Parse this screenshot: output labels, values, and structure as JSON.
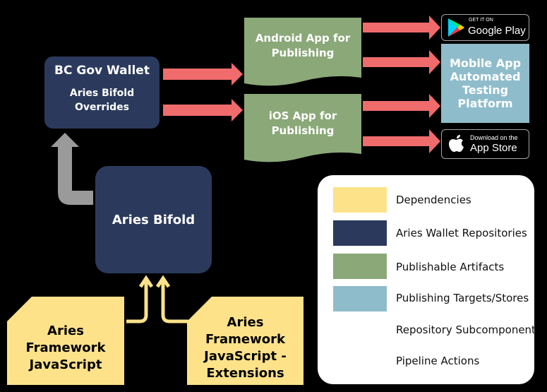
{
  "wallet": {
    "title": "BC Gov Wallet",
    "subtitle": "Aries Bifold Overrides"
  },
  "bifold": {
    "label": "Aries Bifold"
  },
  "android_app": {
    "label": "Android App for Publishing"
  },
  "ios_app": {
    "label": "iOS App for Publishing"
  },
  "testing_platform": {
    "label": "Mobile App Automated Testing Platform"
  },
  "afj": {
    "label": "Aries Framework JavaScript"
  },
  "afj_ext": {
    "label": "Aries Framework JavaScript - Extensions"
  },
  "google_play": {
    "small": "GET IT ON",
    "big": "Google Play"
  },
  "app_store": {
    "small": "Download on the",
    "big": "App Store"
  },
  "legend": {
    "items": [
      {
        "label": "Dependencies",
        "color": "#fde28a"
      },
      {
        "label": "Aries Wallet Repositories",
        "color": "#2b3a5c"
      },
      {
        "label": "Publishable Artifacts",
        "color": "#8ba878"
      },
      {
        "label": "Publishing Targets/Stores",
        "color": "#8fbccb"
      },
      {
        "label": "Repository Subcomponent",
        "color": "#9a9a9a"
      },
      {
        "label": "Pipeline Actions",
        "color": "#f06b6b"
      }
    ]
  },
  "colors": {
    "dependency": "#fde28a",
    "repository": "#2b3a5c",
    "artifact": "#8ba878",
    "target": "#8fbccb",
    "subcomponent": "#9a9a9a",
    "pipeline": "#f06b6b"
  }
}
